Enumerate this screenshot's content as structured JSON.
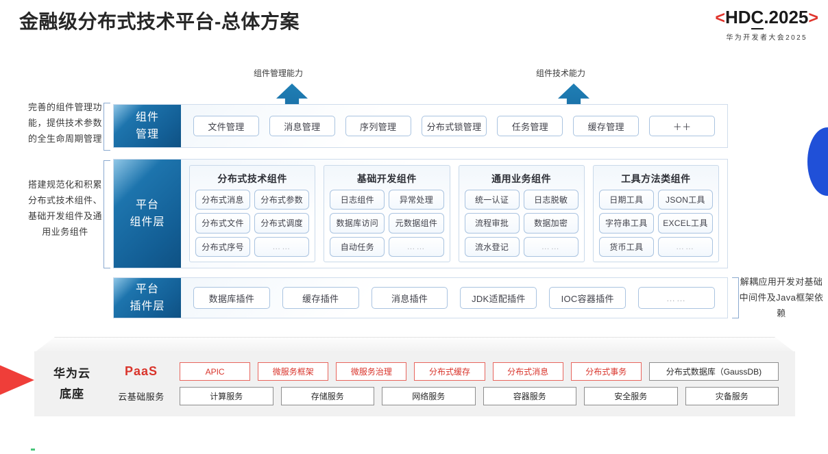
{
  "header": {
    "title": "金融级分布式技术平台-总体方案",
    "logo": {
      "bracket_left": "<",
      "main": "HDC",
      "underlined": "C",
      "main_prefix": "HD",
      "main_suffix": ".2025",
      "bracket_right": ">",
      "subtitle": "华为开发者大会2025",
      "bracket_color": "#e0342c"
    }
  },
  "arrows": [
    {
      "label": "组件管理能力"
    },
    {
      "label": "组件技术能力"
    }
  ],
  "side_notes": [
    {
      "text": "完善的组件管理功能，提供技术参数的全生命周期管理"
    },
    {
      "text": "搭建规范化和积累分布式技术组件、基础开发组件及通用业务组件"
    }
  ],
  "right_note": {
    "text": "解耦应用开发对基础中间件及Java框架依赖"
  },
  "layers": {
    "management": {
      "label": "组件\n管理",
      "label_line1": "组件",
      "label_line2": "管理",
      "items": [
        "文件管理",
        "消息管理",
        "序列管理",
        "分布式锁管理",
        "任务管理",
        "缓存管理",
        "＋＋"
      ]
    },
    "component": {
      "label_line1": "平台",
      "label_line2": "组件层",
      "groups": [
        {
          "title": "分布式技术组件",
          "items": [
            "分布式消息",
            "分布式参数",
            "分布式文件",
            "分布式调度",
            "分布式序号",
            "……"
          ]
        },
        {
          "title": "基础开发组件",
          "items": [
            "日志组件",
            "异常处理",
            "数据库访问",
            "元数据组件",
            "自动任务",
            "……"
          ]
        },
        {
          "title": "通用业务组件",
          "items": [
            "统一认证",
            "日志脱敏",
            "流程审批",
            "数据加密",
            "流水登记",
            "……"
          ]
        },
        {
          "title": "工具方法类组件",
          "items": [
            "日期工具",
            "JSON工具",
            "字符串工具",
            "EXCEL工具",
            "货币工具",
            "……"
          ]
        }
      ]
    },
    "plugin": {
      "label_line1": "平台",
      "label_line2": "插件层",
      "items": [
        "数据库插件",
        "缓存插件",
        "消息插件",
        "JDK适配插件",
        "IOC容器插件",
        "……"
      ]
    }
  },
  "base": {
    "title_line1": "华为云",
    "title_line2": "底座",
    "rows": [
      {
        "tag": "PaaS",
        "tag_style": "paas",
        "cells": [
          {
            "label": "APIC",
            "style": "red"
          },
          {
            "label": "微服务框架",
            "style": "red"
          },
          {
            "label": "微服务治理",
            "style": "red"
          },
          {
            "label": "分布式缓存",
            "style": "red"
          },
          {
            "label": "分布式消息",
            "style": "red"
          },
          {
            "label": "分布式事务",
            "style": "red"
          },
          {
            "label": "分布式数据库（GaussDB)",
            "style": "gray",
            "wide": true
          }
        ]
      },
      {
        "tag": "云基础服务",
        "tag_style": "basic",
        "cells": [
          {
            "label": "计算服务",
            "style": "gray"
          },
          {
            "label": "存储服务",
            "style": "gray"
          },
          {
            "label": "网络服务",
            "style": "gray"
          },
          {
            "label": "容器服务",
            "style": "gray"
          },
          {
            "label": "安全服务",
            "style": "gray"
          },
          {
            "label": "灾备服务",
            "style": "gray"
          }
        ]
      }
    ]
  },
  "colors": {
    "accent_blue": "#1d74ad",
    "accent_red": "#d9342b",
    "chip_border": "#a9c3e0",
    "base_bg": "#f1f1f1"
  }
}
